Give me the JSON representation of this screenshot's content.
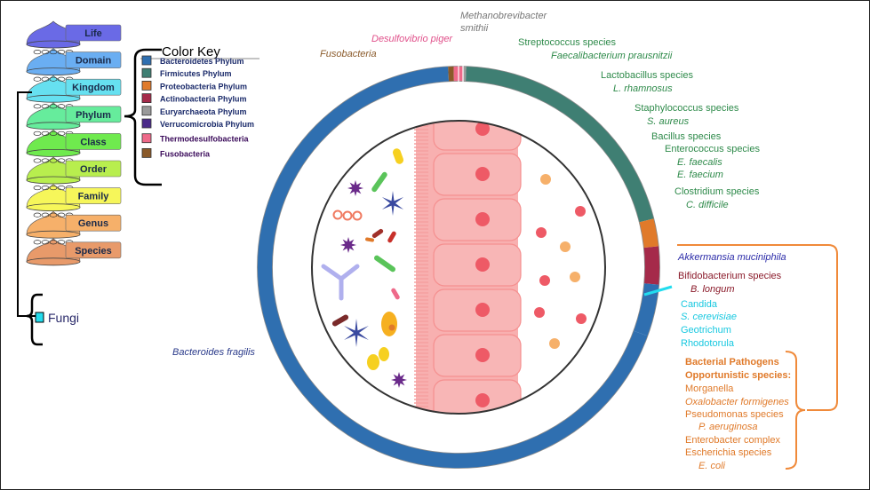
{
  "taxonomy": {
    "levels": [
      {
        "label": "Life",
        "color": "#6a6ae6"
      },
      {
        "label": "Domain",
        "color": "#6aaef2"
      },
      {
        "label": "Kingdom",
        "color": "#66e0f0"
      },
      {
        "label": "Phylum",
        "color": "#66ec9c"
      },
      {
        "label": "Class",
        "color": "#6fea4e"
      },
      {
        "label": "Order",
        "color": "#b8ee4e"
      },
      {
        "label": "Family",
        "color": "#f6f65a"
      },
      {
        "label": "Genus",
        "color": "#f6b06a"
      },
      {
        "label": "Species",
        "color": "#e89a6a"
      }
    ],
    "fungi_label": "Fungi",
    "fungi_color": "#22dcee"
  },
  "color_key": {
    "title": "Color Key",
    "items": [
      {
        "label": "Bacteroidetes Phylum",
        "color": "#2f6fb0"
      },
      {
        "label": "Firmicutes Phylum",
        "color": "#3f7f73"
      },
      {
        "label": "Proteobacteria Phylum",
        "color": "#e07a2a"
      },
      {
        "label": "Actinobacteria Phylum",
        "color": "#a52a4a"
      },
      {
        "label": "Euryarchaeota Phylum",
        "color": "#9a9a9a"
      },
      {
        "label": "Verrucomicrobia Phylum",
        "color": "#4b2a8a"
      },
      {
        "label": "Thermodesulfobacteria",
        "color": "#ee6a8a"
      },
      {
        "label": "Fusobacteria",
        "color": "#8a5a2a"
      }
    ]
  },
  "labels": {
    "methanobrevibacter_1": "Methanobrevibacter",
    "methanobrevibacter_2": "smithii",
    "desulfovibrio": "Desulfovibrio piger",
    "fusobacteria": "Fusobacteria",
    "bacteroides": "Bacteroides fragilis",
    "firmicutes": [
      {
        "text": "Streptococcus species",
        "italic": false
      },
      {
        "text": "Faecalibacterium prausnitzii",
        "italic": true
      },
      {
        "text": "Lactobacillus species",
        "italic": false
      },
      {
        "text": "L. rhamnosus",
        "italic": true
      },
      {
        "text": "Staphylococcus species",
        "italic": false
      },
      {
        "text": "S. aureus",
        "italic": true
      },
      {
        "text": "Bacillus species",
        "italic": false
      },
      {
        "text": "Enterococcus species",
        "italic": false
      },
      {
        "text": "E. faecalis",
        "italic": true
      },
      {
        "text": "E. faecium",
        "italic": true
      },
      {
        "text": "Clostridium species",
        "italic": false
      },
      {
        "text": "C. difficile",
        "italic": true
      }
    ],
    "akkermansia": "Akkermansia muciniphila",
    "bifido_1": "Bifidobacterium species",
    "bifido_2": "B. longum",
    "fungi_species": [
      {
        "text": "Candida",
        "italic": false
      },
      {
        "text": "S. cerevisiae",
        "italic": true
      },
      {
        "text": "Geotrichum",
        "italic": false
      },
      {
        "text": "Rhodotorula",
        "italic": false
      }
    ],
    "pathogens": [
      {
        "text": "Bacterial Pathogens",
        "bold": true,
        "italic": false
      },
      {
        "text": "Opportunistic species:",
        "bold": true,
        "italic": false
      },
      {
        "text": "Morganella",
        "bold": false,
        "italic": false
      },
      {
        "text": "Oxalobacter formigenes",
        "bold": false,
        "italic": true
      },
      {
        "text": "Pseudomonas species",
        "bold": false,
        "italic": false
      },
      {
        "text": "P. aeruginosa",
        "bold": false,
        "italic": true
      },
      {
        "text": "Enterobacter complex",
        "bold": false,
        "italic": false
      },
      {
        "text": "Escherichia species",
        "bold": false,
        "italic": false
      },
      {
        "text": "E. coli",
        "bold": false,
        "italic": true
      }
    ]
  },
  "colors": {
    "bacteroidetes": "#2f6fb0",
    "firmicutes": "#3f7f73",
    "firmicutes_text": "#2e8a4a",
    "proteobacteria": "#e07a2a",
    "actinobacteria": "#a52a4a",
    "euryarchaeota": "#9a9a9a",
    "thermodesulfo": "#ee6a8a",
    "fusobacteria": "#8a5a2a",
    "akkermansia_text": "#2a2aa8",
    "fungi": "#22dcee",
    "pathogen_text": "#e07a2a",
    "bracket_black": "#000000",
    "bracket_orange": "#f08a3a",
    "villi": "#f8b0b0",
    "villi_dark": "#f58f8f",
    "nucleus": "#ee5a66"
  }
}
